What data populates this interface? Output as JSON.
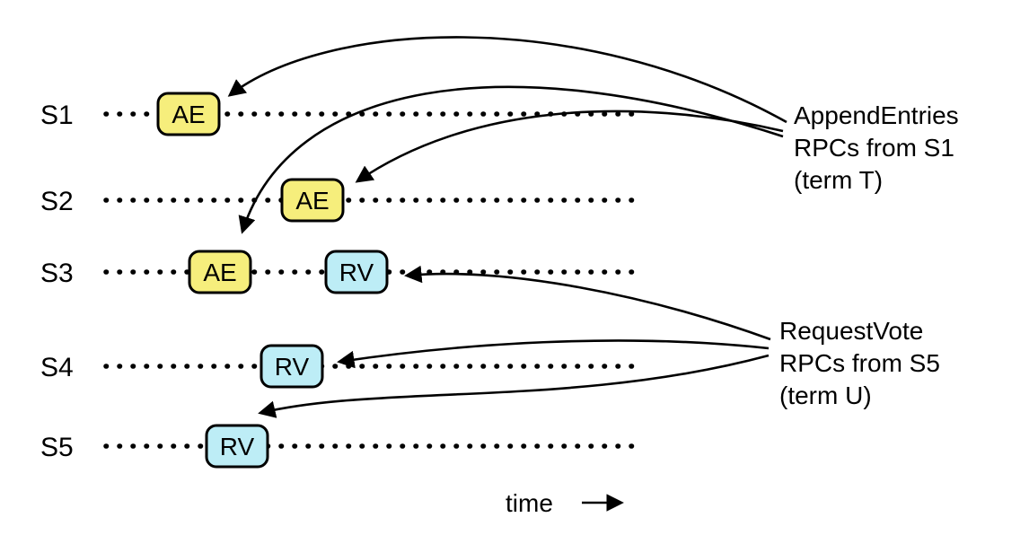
{
  "colors": {
    "ae_fill": "#F6EE7C",
    "rv_fill": "#BDEDF6",
    "stroke": "#000000"
  },
  "servers": [
    {
      "label": "S1"
    },
    {
      "label": "S2"
    },
    {
      "label": "S3"
    },
    {
      "label": "S4"
    },
    {
      "label": "S5"
    }
  ],
  "boxes": {
    "s1_ae": "AE",
    "s2_ae": "AE",
    "s3_ae": "AE",
    "s3_rv": "RV",
    "s4_rv": "RV",
    "s5_rv": "RV"
  },
  "labels": {
    "append_entries_line1": "AppendEntries",
    "append_entries_line2": "RPCs from S1",
    "append_entries_line3": "(term T)",
    "request_vote_line1": "RequestVote",
    "request_vote_line2": "RPCs from S5",
    "request_vote_line3": "(term U)",
    "time": "time"
  }
}
